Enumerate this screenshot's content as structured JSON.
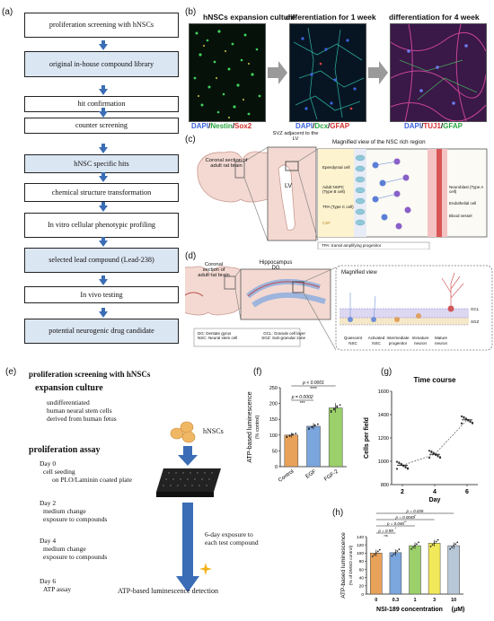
{
  "panels": {
    "a": "(a)",
    "b": "(b)",
    "c": "(c)",
    "d": "(d)",
    "e": "(e)",
    "f": "(f)",
    "g": "(g)",
    "h": "(h)"
  },
  "flow": [
    "proliferation screening with hNSCs",
    "original in-house compound library",
    "hit confirmation",
    "counter screening",
    "hNSC specific hits",
    "chemical structure transformation",
    "In vitro cellular phenotypic profiling",
    "selected lead compound (Lead-238)",
    "In vivo testing",
    "potential neurogenic drug candidate"
  ],
  "micro": {
    "t1": "hNSCs expansion culture",
    "t2": "differentiation for 1 week",
    "t3": "differentiation for 4 week",
    "l1": {
      "a": "DAPI",
      "s1": "/",
      "b": "Nestin",
      "s2": "/",
      "c": "Sox2"
    },
    "l2": {
      "a": "DAPI",
      "s1": "/",
      "b": "Dcx",
      "s2": "/",
      "c": "GFAP"
    },
    "l3": {
      "a": "DAPI",
      "s1": "/",
      "b": "TUJ1",
      "s2": "/",
      "c": "GFAP"
    }
  },
  "c": {
    "coronal": "Coronal section of adult rat brain",
    "svz": "SVZ adjacent to the LV",
    "lv": "LV",
    "magnified": "Magnified view of the NSC rich region",
    "ependymal": "Ependymal cell",
    "adultnspc": "Adult NSPC (Type B cell)",
    "tpa": "TPA (Type C cell)",
    "csf": "CSF",
    "neuroblast": "Neuroblast (Type A cell)",
    "endothelial": "Endothelial cell",
    "blood": "Blood vessel",
    "tpanote": "TPA: transit amplifying progenitor"
  },
  "d": {
    "coronal": "Coronal section of adult rat brain",
    "hippo": "Hippocampus DG",
    "magnified": "Magnified view",
    "gcl": "GCL",
    "sgz": "SGZ",
    "cells": [
      "Quiescent NSC",
      "Activated NSC",
      "Intermediate progenitor",
      "Immature neuron",
      "Mature neuron"
    ],
    "legend": [
      "DG: Dentate gyrus",
      "GCL: Granule cell layer",
      "NSC: Neural stem cell",
      "SGZ: Sub-granular zone"
    ]
  },
  "e": {
    "title": "proliferation screening with hNSCs",
    "exp": "expansion culture",
    "exp1": "undifferentiated",
    "exp2": "human neural stem cells",
    "exp3": "derived from human fetus",
    "hnscs": "hNSCs",
    "prolif": "proliferation assay",
    "day0": "Day 0",
    "day0a": "cell seeding",
    "day0b": "on PLO/Laminin coated plate",
    "day2": "Day 2",
    "day2a": "medium change",
    "day2b": "exposure to compounds",
    "day4": "Day 4",
    "day4a": "medium change",
    "day4b": "exposure to compounds",
    "day6": "Day 6",
    "day6a": "ATP assay",
    "exposure1": "6-day exposure to",
    "exposure2": "each test compound",
    "detect": "ATP-based luminescence detection"
  },
  "chart_data": [
    {
      "type": "bar",
      "panel": "f",
      "categories": [
        "Control",
        "EGF",
        "FGF-2"
      ],
      "values": [
        100,
        128,
        186
      ],
      "ylabel": "ATP-based luminescence",
      "ylabel2": "(% control)",
      "ylim": [
        0,
        250
      ],
      "yticks": [
        0,
        50,
        100,
        150,
        200,
        250
      ],
      "colors": [
        "#e8a25a",
        "#7aa5dd",
        "#9bd06a"
      ],
      "annotations": [
        {
          "text": "p < 0.0001",
          "stars": "****"
        },
        {
          "text": "p = 0.0002",
          "stars": "***"
        }
      ]
    },
    {
      "type": "scatter",
      "panel": "g",
      "title": "Time course",
      "x": [
        2,
        4,
        6
      ],
      "y_mean": [
        965,
        1060,
        1355
      ],
      "xlabel": "Day",
      "ylabel": "Cells per field",
      "ylim": [
        800,
        1600
      ],
      "yticks": [
        800,
        1000,
        1200,
        1400,
        1600
      ],
      "xticks": [
        2,
        4,
        6
      ]
    },
    {
      "type": "bar",
      "panel": "h",
      "categories": [
        "0",
        "0.3",
        "1",
        "3",
        "10"
      ],
      "values": [
        100,
        101,
        118,
        124,
        118
      ],
      "xlabel": "NSI-189 concentration",
      "xunit": "(μM)",
      "ylabel": "ATP-based luminescence",
      "ylabel2": "(% of DMSO control)",
      "ylim": [
        0,
        140
      ],
      "yticks": [
        0,
        20,
        40,
        60,
        80,
        100,
        120,
        140
      ],
      "colors": [
        "#e8a25a",
        "#7aa5dd",
        "#9bd06a",
        "#f1e85a",
        "#b8c7d8"
      ],
      "annotations": [
        {
          "text": "p = 0.026",
          "stars": "*"
        },
        {
          "text": "p = 0.0049",
          "stars": "**"
        },
        {
          "text": "p = 0.046",
          "stars": "*"
        },
        {
          "text": "p = 0.99",
          "stars": "ns"
        }
      ]
    }
  ]
}
